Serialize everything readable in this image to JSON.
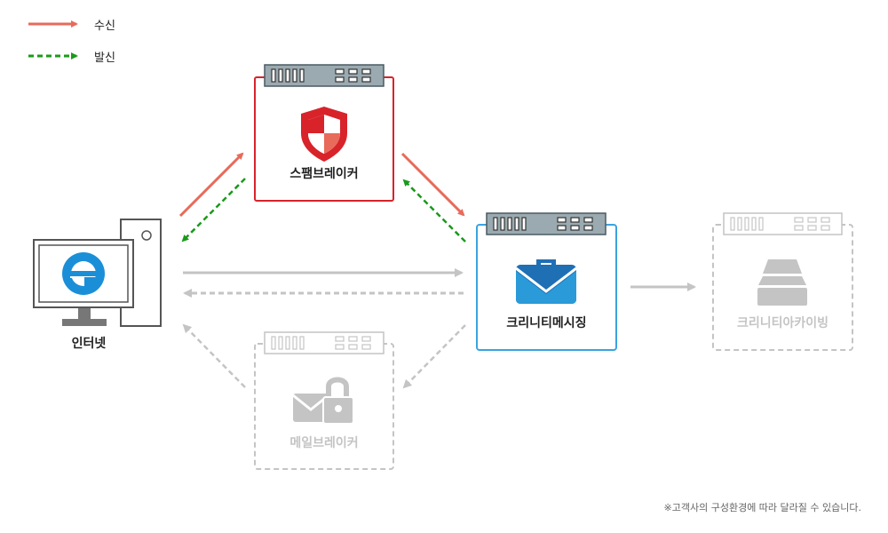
{
  "legend": {
    "incoming_label": "수신",
    "outgoing_label": "발신"
  },
  "nodes": {
    "spambreaker": {
      "label": "스팸브레이커",
      "icon": "shield-icon"
    },
    "internet": {
      "label": "인터넷",
      "icon": "internet-explorer-icon"
    },
    "crinity_messaging": {
      "label": "크리니티메시징",
      "icon": "mail-briefcase-icon"
    },
    "crinity_archiving": {
      "label": "크리니티아카이빙",
      "icon": "archive-drive-icon"
    },
    "mailbreaker": {
      "label": "메일브레이커",
      "icon": "mail-lock-icon"
    }
  },
  "colors": {
    "incoming": "#e86a5a",
    "outgoing": "#1a9a1a",
    "inactive": "#c4c4c4",
    "spambreaker_border": "#d8232a",
    "messaging_border": "#3aa3e0",
    "server_bar": "#9aaab0"
  },
  "footnote": "※고객사의 구성환경에 따라 달라질 수 있습니다."
}
